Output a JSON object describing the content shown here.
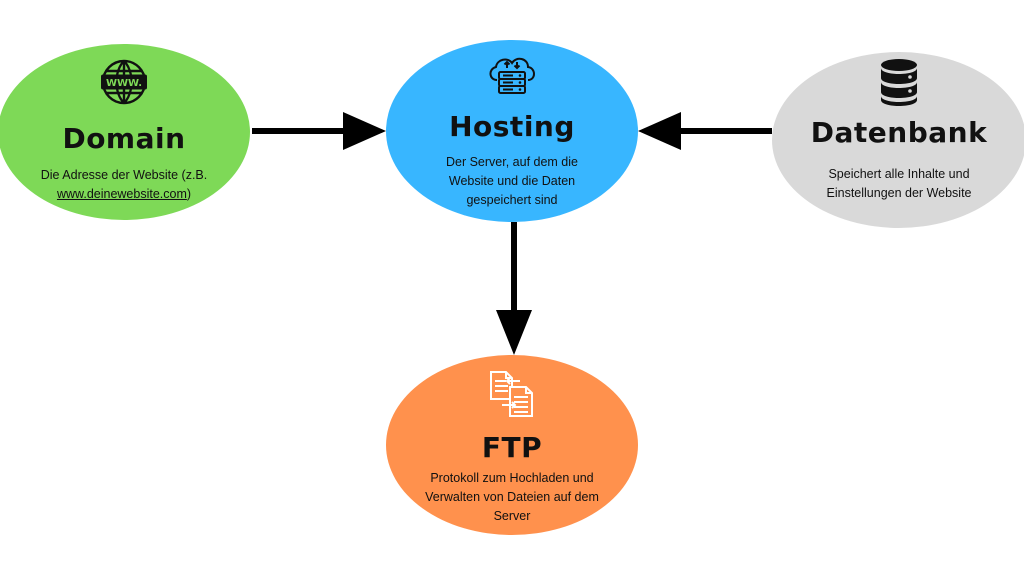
{
  "colors": {
    "domain": "#7ED957",
    "hosting": "#38B6FF",
    "datenbank": "#D9D9D9",
    "ftp": "#FF914D",
    "arrow": "#000000",
    "text": "#111111"
  },
  "nodes": {
    "domain": {
      "title": "Domain",
      "desc_line1": "Die Adresse der Website (z.B.",
      "desc_link": "www.deinewebsite.com",
      "desc_close": ")",
      "icon": "globe-www-icon",
      "icon_label": "WWW."
    },
    "hosting": {
      "title": "Hosting",
      "desc": "Der Server, auf dem die Website und die Daten gespeichert sind",
      "icon": "cloud-server-icon"
    },
    "datenbank": {
      "title": "Datenbank",
      "desc": "Speichert alle Inhalte und Einstellungen der Website",
      "icon": "database-icon"
    },
    "ftp": {
      "title": "FTP",
      "desc": "Protokoll zum Hochladen und Verwalten von Dateien auf dem Server",
      "icon": "file-transfer-icon"
    }
  },
  "edges": [
    {
      "from": "domain",
      "to": "hosting"
    },
    {
      "from": "datenbank",
      "to": "hosting"
    },
    {
      "from": "hosting",
      "to": "ftp"
    }
  ]
}
